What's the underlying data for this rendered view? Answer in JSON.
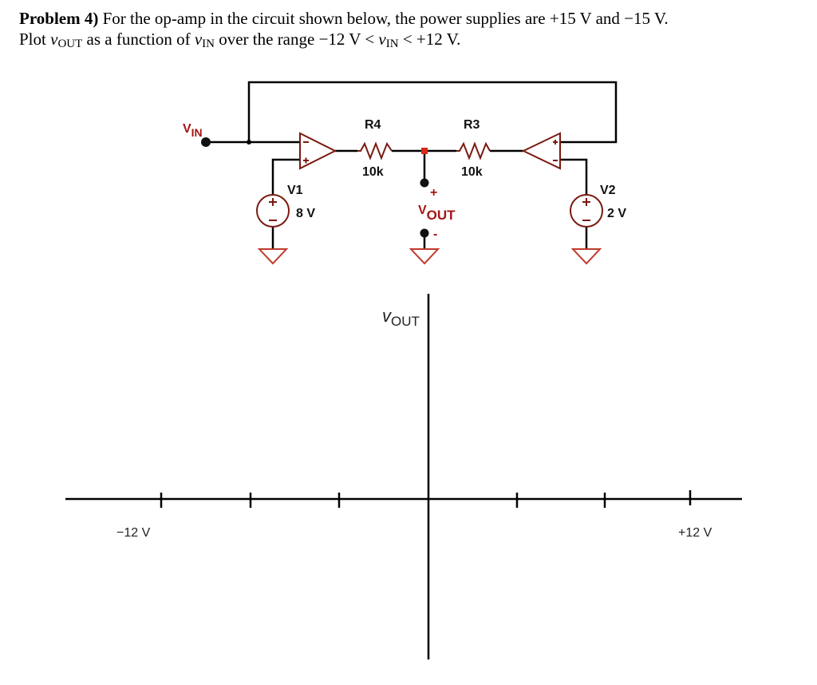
{
  "problem": {
    "number_label": "Problem 4)",
    "line1_text": " For the op-amp in the circuit shown below, the power supplies are +15 V and −15 V.",
    "line2_prefix": "Plot ",
    "vout_var": "v",
    "vout_sub": "OUT",
    "line2_mid": " as a function of ",
    "vin_var": "v",
    "vin_sub": "IN",
    "line2_range": " over the range −12 V < ",
    "vin_var2": "v",
    "vin_sub2": "IN",
    "line2_end": " < +12 V."
  },
  "circuit": {
    "vin_label": "V",
    "vin_sub": "IN",
    "r4": {
      "name": "R4",
      "value": "10k"
    },
    "r3": {
      "name": "R3",
      "value": "10k"
    },
    "v1": {
      "name": "V1",
      "value": "8 V"
    },
    "v2": {
      "name": "V2",
      "value": "2 V"
    },
    "vout_label": "V",
    "vout_sub": "OUT",
    "plus": "+",
    "minus": "-",
    "colors": {
      "wire": "#000000",
      "component": "#7a1a10",
      "label_red": "#a31515",
      "node": "#d42a1a"
    }
  },
  "chart_data": {
    "type": "line",
    "title": "",
    "xlabel": "",
    "ylabel": "vOUT",
    "ylabel_var": "v",
    "ylabel_sub": "OUT",
    "xlim": [
      -12,
      12
    ],
    "x_ticks": [
      -12,
      -8,
      -4,
      4,
      8,
      12
    ],
    "x_tick_labels": {
      "left": "−12 V",
      "right": "+12 V"
    },
    "series": [],
    "grid": false
  }
}
